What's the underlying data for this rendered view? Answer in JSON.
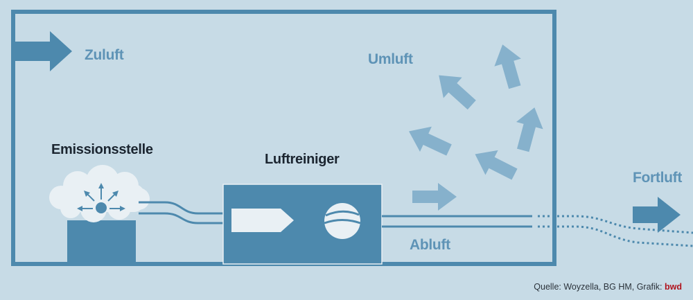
{
  "labels": {
    "supply_air": "Zuluft",
    "recirculated_air": "Umluft",
    "emission_source": "Emissionsstelle",
    "air_purifier": "Luftreiniger",
    "exhaust_air": "Fortluft",
    "extract_air": "Abluft"
  },
  "source": {
    "text": "Quelle: Woyzella, BG HM, Grafik: ",
    "brand": "bwd"
  },
  "colors": {
    "background": "#c7dbe6",
    "frame": "#4d89ad",
    "label_blue": "#5e93b6",
    "label_dark": "#1b2530",
    "arrow_light": "#86b1cc",
    "brand_red": "#b0121c"
  }
}
